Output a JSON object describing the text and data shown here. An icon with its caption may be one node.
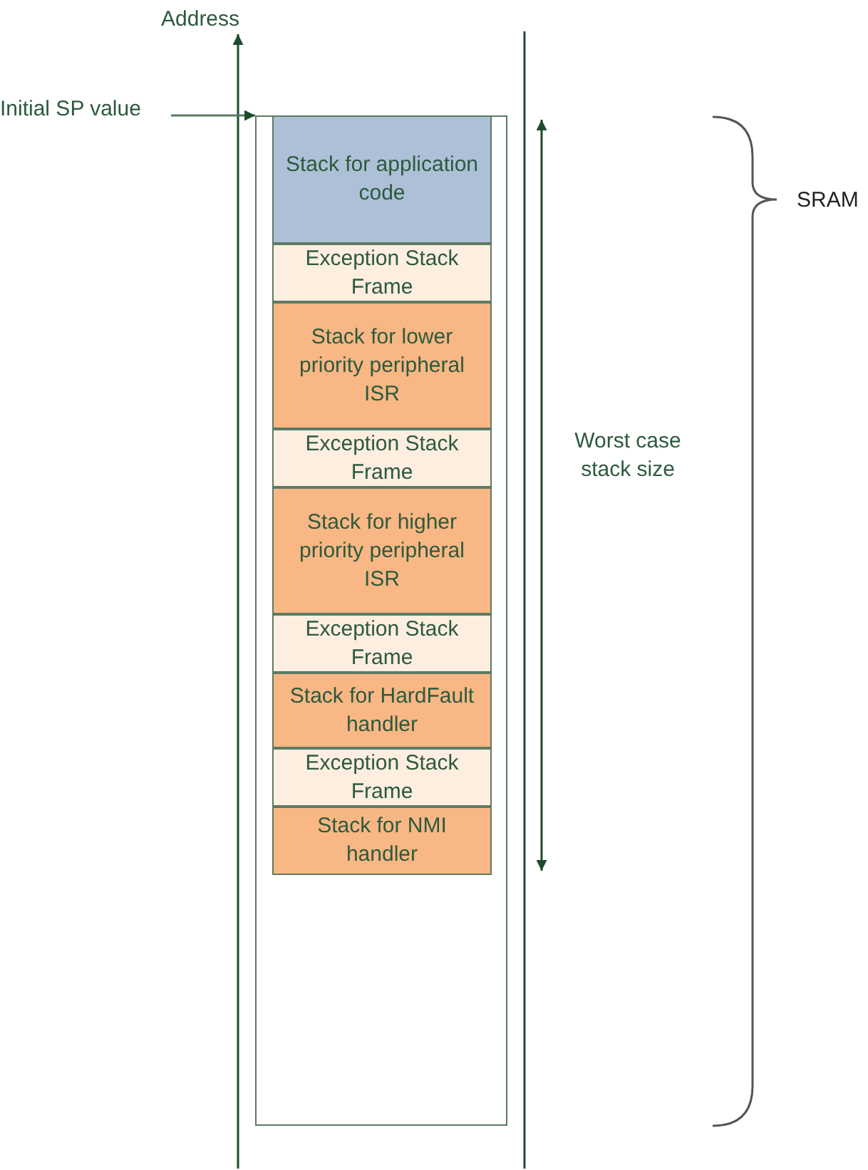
{
  "diagram": {
    "nodes": [
      {
        "text": [],
        "shape": "box"
      },
      {
        "text": [
          "Stack for application code"
        ],
        "in": 0
      },
      {
        "text": [
          "Exception Stack Frame"
        ],
        "in": 0
      },
      {
        "text": [
          "Stack for lower priority peripheral ISR"
        ],
        "in": 0
      },
      {
        "text": [
          "Exception Stack Frame"
        ],
        "in": 0
      },
      {
        "text": [
          "Stack for higher priority peripheral ISR"
        ],
        "in": 0
      },
      {
        "text": [
          "Exception Stack Frame"
        ],
        "in": 0
      },
      {
        "text": [
          "Stack for HardFault handler"
        ],
        "in": 0
      },
      {
        "text": [
          "Exception Stack Frame"
        ],
        "in": 0
      },
      {
        "text": [
          "Stack for NMI handler"
        ],
        "in": 0
      },
      {
        "text": [
          "Initial SP value"
        ]
      }
    ],
    "edges": [
      {
        "from": 10,
        "to": 0,
        "arrow": "to"
      }
    ],
    "labels": [
      "Address",
      "SRAM",
      "Worst case stack size"
    ]
  }
}
